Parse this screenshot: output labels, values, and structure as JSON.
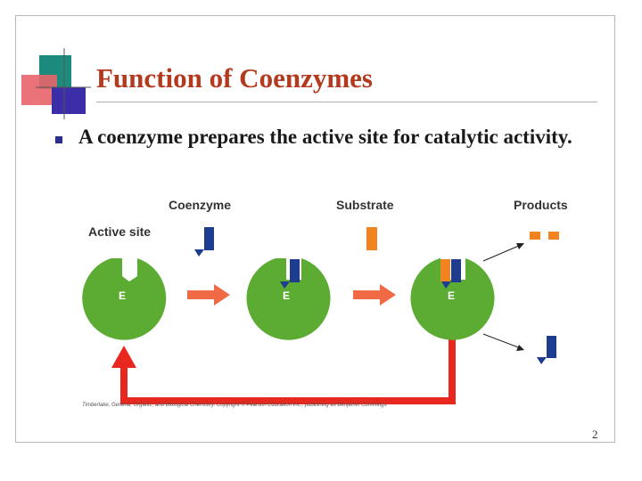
{
  "slide": {
    "title": "Function of Coenzymes",
    "bullet": "A coenzyme prepares the active site for catalytic activity.",
    "page_number": "2",
    "credit": "Timberlake, General, Organic, and Biological Chemistry. Copyright © Pearson Education Inc., publishing as Benjamin Cummings"
  },
  "diagram": {
    "labels": {
      "active_site": "Active site",
      "coenzyme": "Coenzyme",
      "substrate": "Substrate",
      "products": "Products"
    },
    "enzyme_letter": "E",
    "colors": {
      "enzyme": "#5cac33",
      "coenzyme": "#1e3d8f",
      "substrate": "#f2841f",
      "arrow": "#e8281e",
      "title": "#b33a1f"
    }
  }
}
